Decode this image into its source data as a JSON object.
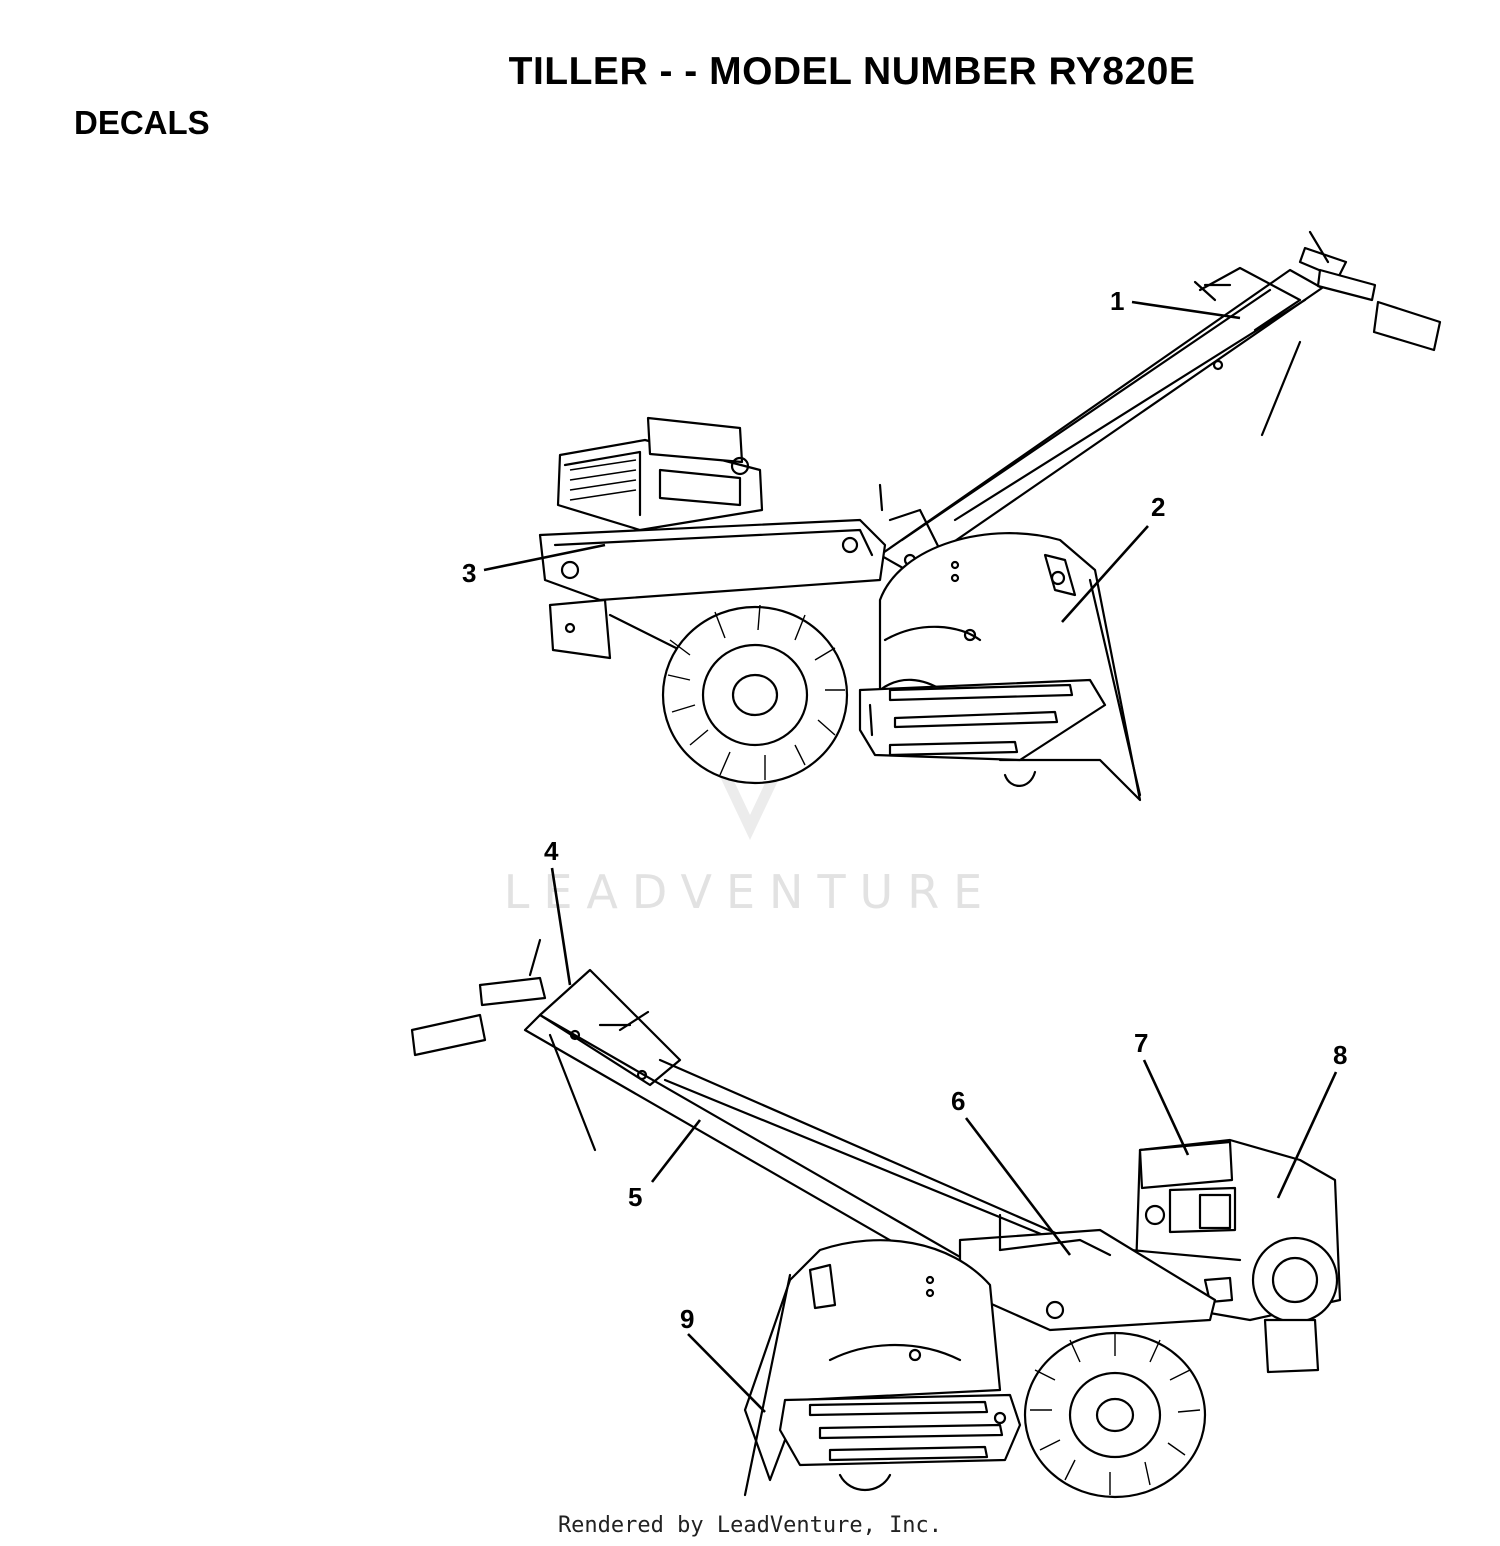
{
  "header": {
    "title": "TILLER - - MODEL NUMBER RY820E",
    "section": "DECALS"
  },
  "watermark": {
    "text": "LEADVENTURE"
  },
  "callouts": {
    "c1": "1",
    "c2": "2",
    "c3": "3",
    "c4": "4",
    "c5": "5",
    "c6": "6",
    "c7": "7",
    "c8": "8",
    "c9": "9"
  },
  "footer": {
    "credit": "Rendered by LeadVenture, Inc."
  }
}
